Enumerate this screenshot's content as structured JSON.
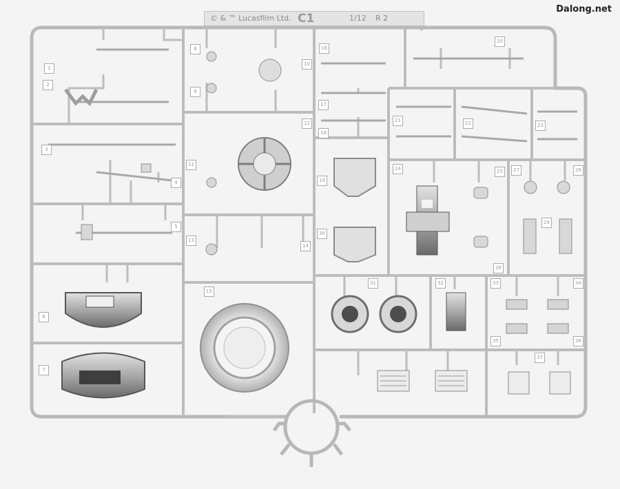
{
  "watermark": "Dalong.net",
  "sprue_header": {
    "copyright": "© & ™ Lucasfilm Ltd.",
    "sprue_id": "C1",
    "scale": "1/12",
    "part_code": "R 2"
  },
  "part_numbers": [
    "1",
    "2",
    "3",
    "4",
    "5",
    "6",
    "7",
    "8",
    "9",
    "10",
    "11",
    "12",
    "13",
    "14",
    "15",
    "16",
    "17",
    "18",
    "19",
    "20",
    "21",
    "22",
    "23",
    "24",
    "25",
    "26",
    "27",
    "28",
    "29",
    "30",
    "31",
    "32",
    "33",
    "34",
    "35",
    "36",
    "37"
  ],
  "colors": {
    "background": "#f4f4f4",
    "plastic": "#b8b8b8",
    "plastic_dark": "#6e6e6e",
    "plastic_light": "#e6e6e6"
  }
}
